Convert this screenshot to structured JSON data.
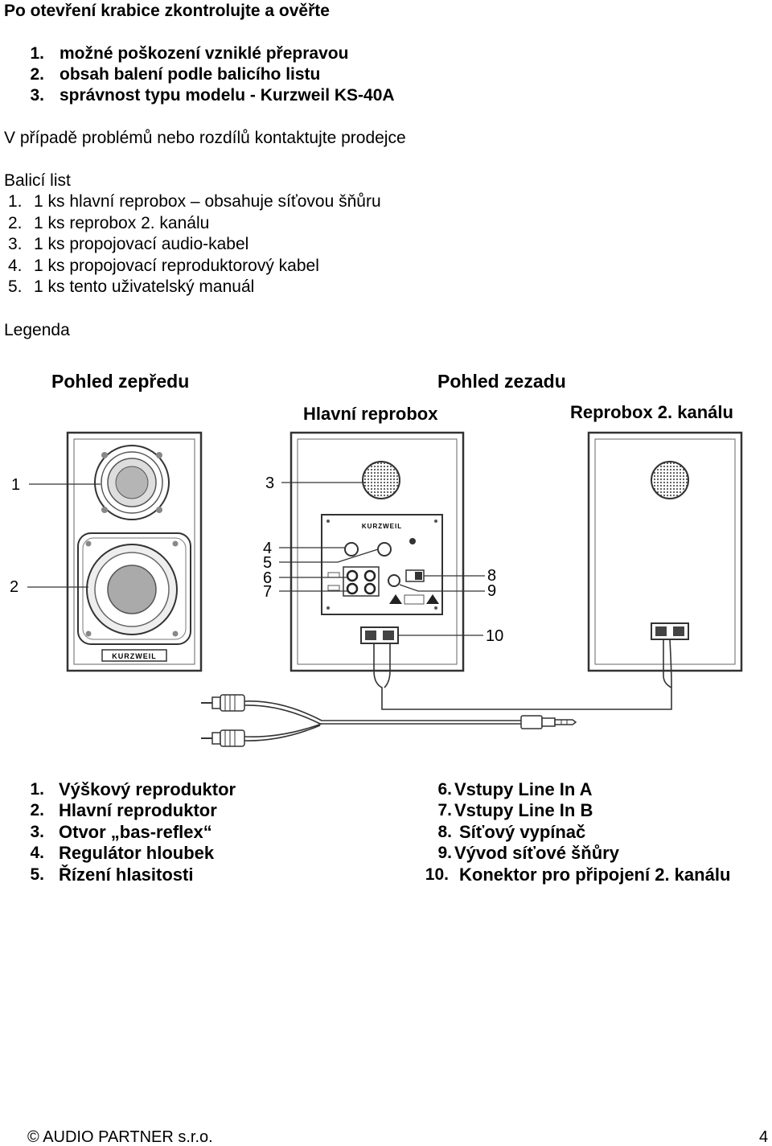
{
  "heading": "Po otevření krabice zkontrolujte a ověřte",
  "check_items": [
    {
      "num": "1.",
      "text": "možné poškození vzniklé přepravou"
    },
    {
      "num": "2.",
      "text": "obsah balení podle balicího listu"
    },
    {
      "num": "3.",
      "text": "správnost typu modelu - Kurzweil KS-40A"
    }
  ],
  "problem_note": "V případě problémů nebo rozdílů kontaktujte prodejce",
  "packing_title": "Balicí list",
  "packing_items": [
    {
      "num": "1.",
      "text": "1 ks hlavní reprobox – obsahuje síťovou šňůru"
    },
    {
      "num": "2.",
      "text": "1 ks reprobox 2. kanálu"
    },
    {
      "num": "3.",
      "text": "1 ks propojovací audio-kabel"
    },
    {
      "num": "4.",
      "text": "1 ks propojovací reproduktorový kabel"
    },
    {
      "num": "5.",
      "text": "1 ks tento uživatelský manuál"
    }
  ],
  "legend_title": "Legenda",
  "diagram": {
    "front_view": "Pohled zepředu",
    "rear_view": "Pohled zezadu",
    "main_box": "Hlavní reprobox",
    "second_box": "Reprobox 2. kanálu",
    "brand": "KURZWEIL",
    "callouts": [
      "1",
      "2",
      "3",
      "4",
      "5",
      "6",
      "7",
      "8",
      "9",
      "10"
    ]
  },
  "legend_left": [
    {
      "num": "1.",
      "text": "Výškový reproduktor"
    },
    {
      "num": "2.",
      "text": "Hlavní reproduktor"
    },
    {
      "num": "3.",
      "text": "Otvor „bas-reflex“"
    },
    {
      "num": "4.",
      "text": "Regulátor hloubek"
    },
    {
      "num": "5.",
      "text": "Řízení hlasitosti"
    }
  ],
  "legend_right": [
    {
      "num": "6.",
      "text": "Vstupy Line In A"
    },
    {
      "num": "7.",
      "text": "Vstupy Line In B"
    },
    {
      "num": "8.",
      "text": "Síťový vypínač"
    },
    {
      "num": "9.",
      "text": "Vývod síťové šňůry"
    },
    {
      "num": "10.",
      "text": "Konektor pro připojení 2. kanálu"
    }
  ],
  "footer": {
    "company": "© AUDIO PARTNER s.r.o.",
    "page": "4"
  }
}
